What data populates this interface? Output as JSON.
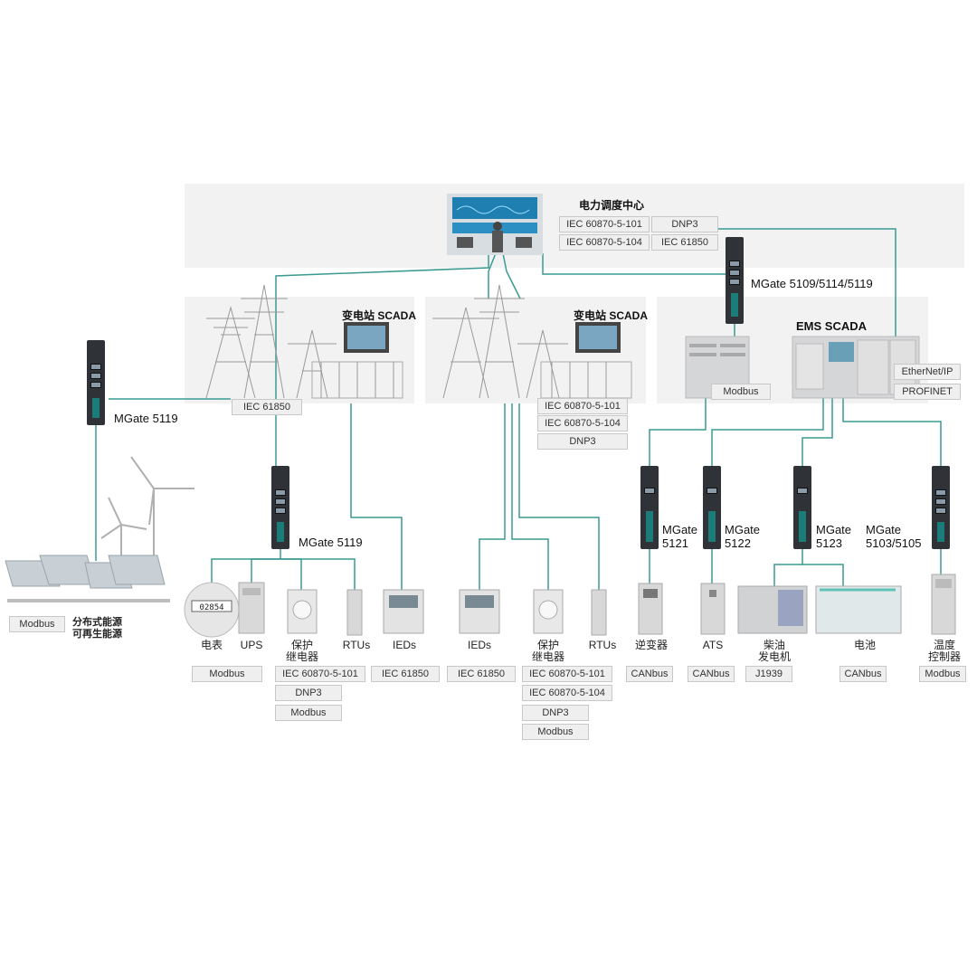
{
  "control_center": {
    "title": "电力调度中心",
    "protocols": [
      "IEC 60870-5-101",
      "DNP3",
      "IEC 60870-5-104",
      "IEC 61850"
    ]
  },
  "substation_left": {
    "title": "变电站 SCADA",
    "protocol": "IEC 61850"
  },
  "substation_right": {
    "title": "变电站 SCADA",
    "protocols": [
      "IEC 60870-5-101",
      "IEC 60870-5-104",
      "DNP3"
    ]
  },
  "ems": {
    "title": "EMS SCADA",
    "modbus": "Modbus",
    "protocols": [
      "EtherNet/IP",
      "PROFINET"
    ]
  },
  "gateways": {
    "top": "MGate 5109/5114/5119",
    "left": "MGate 5119",
    "mid": "MGate 5119",
    "g5121": "MGate\n5121",
    "g5122": "MGate\n5122",
    "g5123": "MGate\n5123",
    "g5103": "MGate\n5103/5105"
  },
  "renewable": {
    "label": "分布式能源\n可再生能源",
    "protocol": "Modbus"
  },
  "devices": {
    "meter": "电表",
    "meter_display": "02854",
    "ups": "UPS",
    "relay1": "保护\n继电器",
    "rtu1": "RTUs",
    "ied1": "IEDs",
    "ied2": "IEDs",
    "relay2": "保护\n继电器",
    "rtu2": "RTUs",
    "inverter": "逆变器",
    "ats": "ATS",
    "diesel": "柴油\n发电机",
    "battery": "电池",
    "temp": "温度\n控制器"
  },
  "device_protocols": {
    "meter_ups": "Modbus",
    "relay1": [
      "IEC 60870-5-101",
      "DNP3",
      "Modbus"
    ],
    "ied1": "IEC 61850",
    "ied2": "IEC 61850",
    "relay2": [
      "IEC 60870-5-101",
      "IEC 60870-5-104",
      "DNP3",
      "Modbus"
    ],
    "inverter": "CANbus",
    "ats": "CANbus",
    "diesel": "J1939",
    "battery": "CANbus",
    "temp": "Modbus"
  },
  "colors": {
    "line": "#3a9a92",
    "tower": "#9a9a9a",
    "gateway": "#2f3338",
    "accent": "#1b7d7a"
  }
}
